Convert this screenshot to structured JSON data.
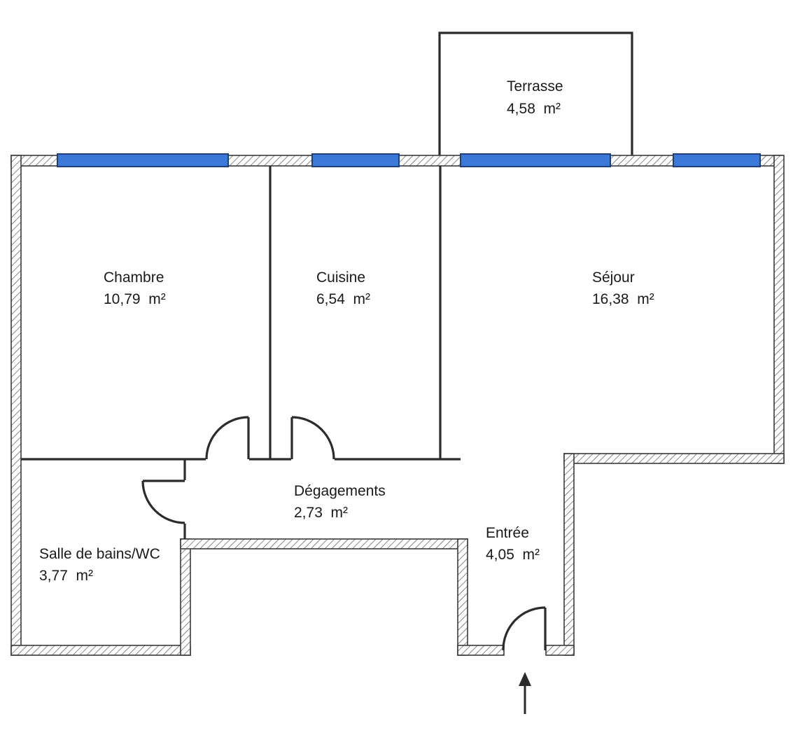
{
  "rooms": {
    "terrasse": {
      "name": "Terrasse",
      "area": "4,58  m²"
    },
    "chambre": {
      "name": "Chambre",
      "area": "10,79  m²"
    },
    "cuisine": {
      "name": "Cuisine",
      "area": "6,54  m²"
    },
    "sejour": {
      "name": "Séjour",
      "area": "16,38  m²"
    },
    "degagements": {
      "name": "Dégagements",
      "area": "2,73  m²"
    },
    "entree": {
      "name": "Entrée",
      "area": "4,05  m²"
    },
    "salle_de_bains": {
      "name": "Salle de bains/WC",
      "area": "3,77  m²"
    }
  },
  "colors": {
    "window": "#3b78d8",
    "wall_line": "#2b2b2b",
    "background": "#ffffff"
  },
  "icons": {
    "entry_arrow": "arrow-up-icon"
  }
}
